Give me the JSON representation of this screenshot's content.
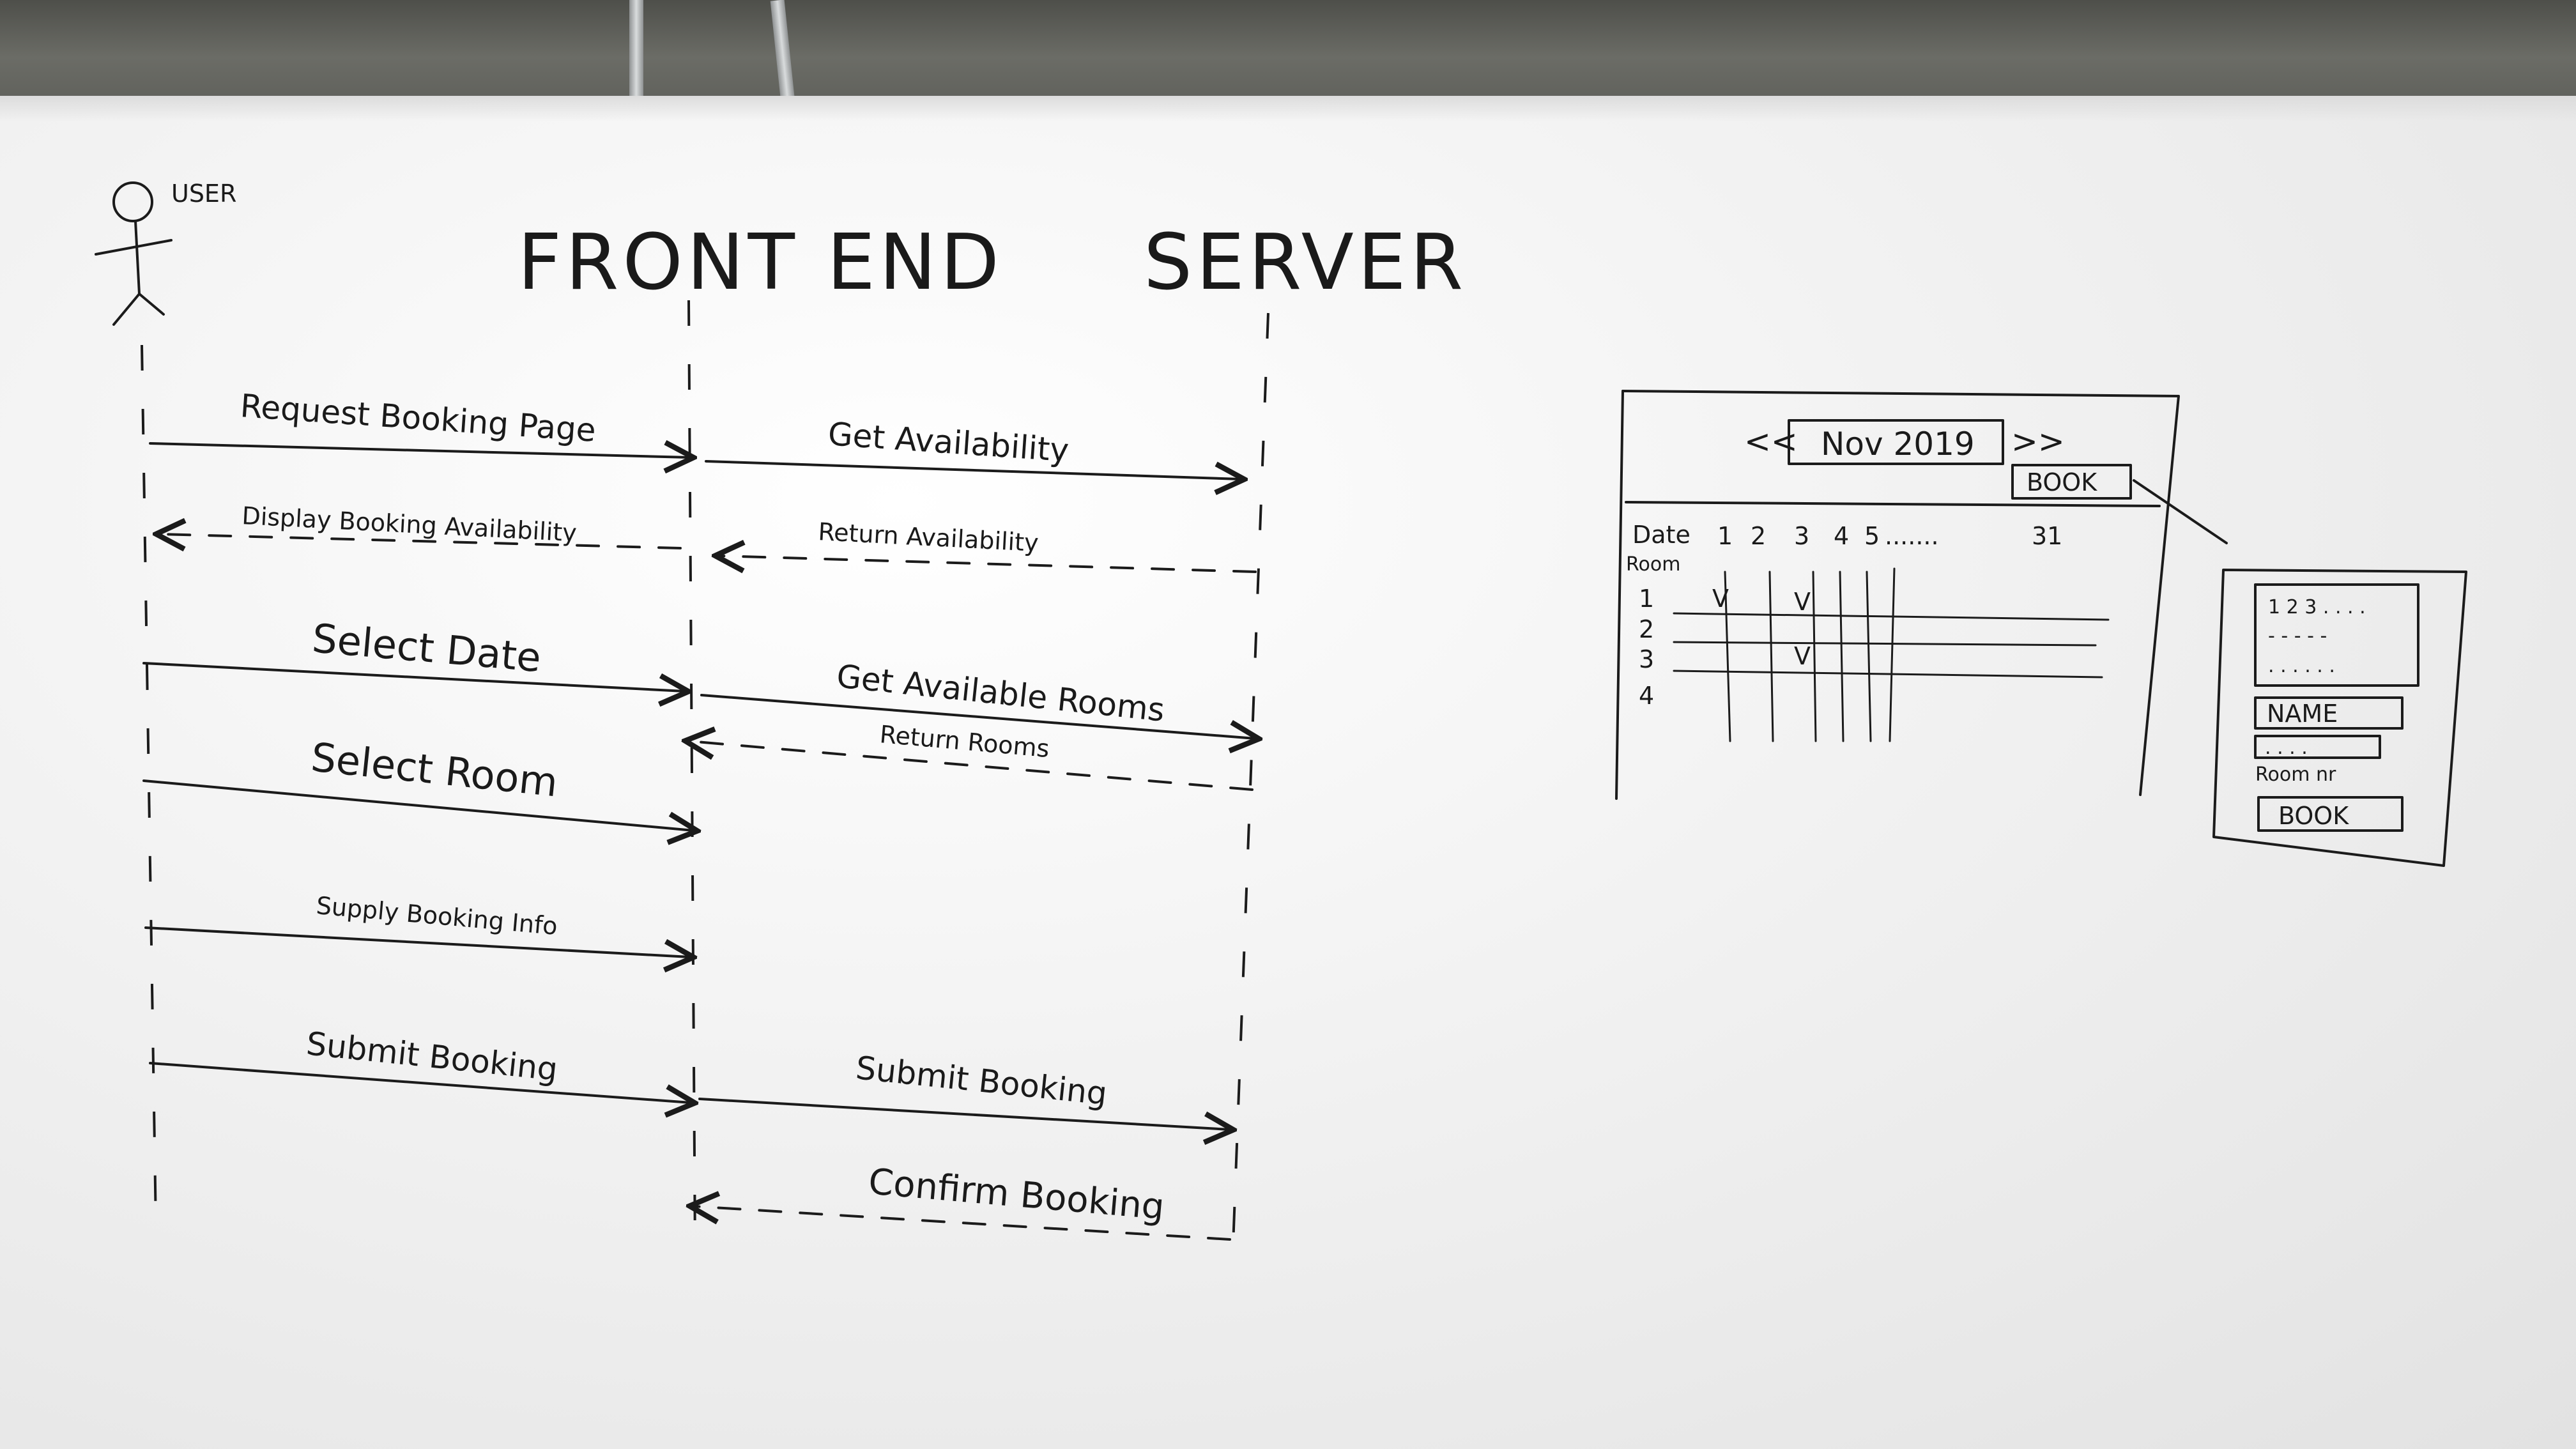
{
  "actors": {
    "user": "USER",
    "frontend": "FRONT END",
    "server": "SERVER"
  },
  "messages": [
    {
      "text": "Request Booking Page",
      "from": "user",
      "to": "frontend",
      "style": "solid"
    },
    {
      "text": "Get Availability",
      "from": "frontend",
      "to": "server",
      "style": "solid"
    },
    {
      "text": "Display Booking Availability",
      "from": "frontend",
      "to": "user",
      "style": "dashed"
    },
    {
      "text": "Return Availability",
      "from": "server",
      "to": "frontend",
      "style": "dashed"
    },
    {
      "text": "Select Date",
      "from": "user",
      "to": "frontend",
      "style": "solid"
    },
    {
      "text": "Get Available Rooms",
      "from": "frontend",
      "to": "server",
      "style": "solid"
    },
    {
      "text": "Return Rooms",
      "from": "server",
      "to": "frontend",
      "style": "dashed"
    },
    {
      "text": "Select Room",
      "from": "user",
      "to": "frontend",
      "style": "solid"
    },
    {
      "text": "Supply Booking Info",
      "from": "user",
      "to": "frontend",
      "style": "solid"
    },
    {
      "text": "Submit Booking",
      "from": "user",
      "to": "frontend",
      "style": "solid"
    },
    {
      "text": "Submit Booking",
      "from": "frontend",
      "to": "server",
      "style": "solid"
    },
    {
      "text": "Confirm Booking",
      "from": "server",
      "to": "frontend",
      "style": "dashed"
    }
  ],
  "mockup": {
    "prev": "<<",
    "month": "Nov 2019",
    "next": ">>",
    "book_button": "BOOK",
    "date_label": "Date",
    "room_label": "Room",
    "days": [
      "1",
      "2",
      "3",
      "4",
      "5",
      ".......",
      "31"
    ],
    "rooms": [
      "1",
      "2",
      "3",
      "4"
    ],
    "checks": [
      {
        "room": "1",
        "day": "1",
        "mark": "V"
      },
      {
        "room": "1",
        "day": "3",
        "mark": "V"
      },
      {
        "room": "3",
        "day": "3",
        "mark": "V"
      }
    ]
  },
  "dialog": {
    "list_rows": [
      "1 2 3 . . . .",
      "- - - - -",
      ". . . . . ."
    ],
    "name_field": "NAME",
    "small_field": ". . . .",
    "room_label": "Room nr",
    "book_button": "BOOK"
  }
}
